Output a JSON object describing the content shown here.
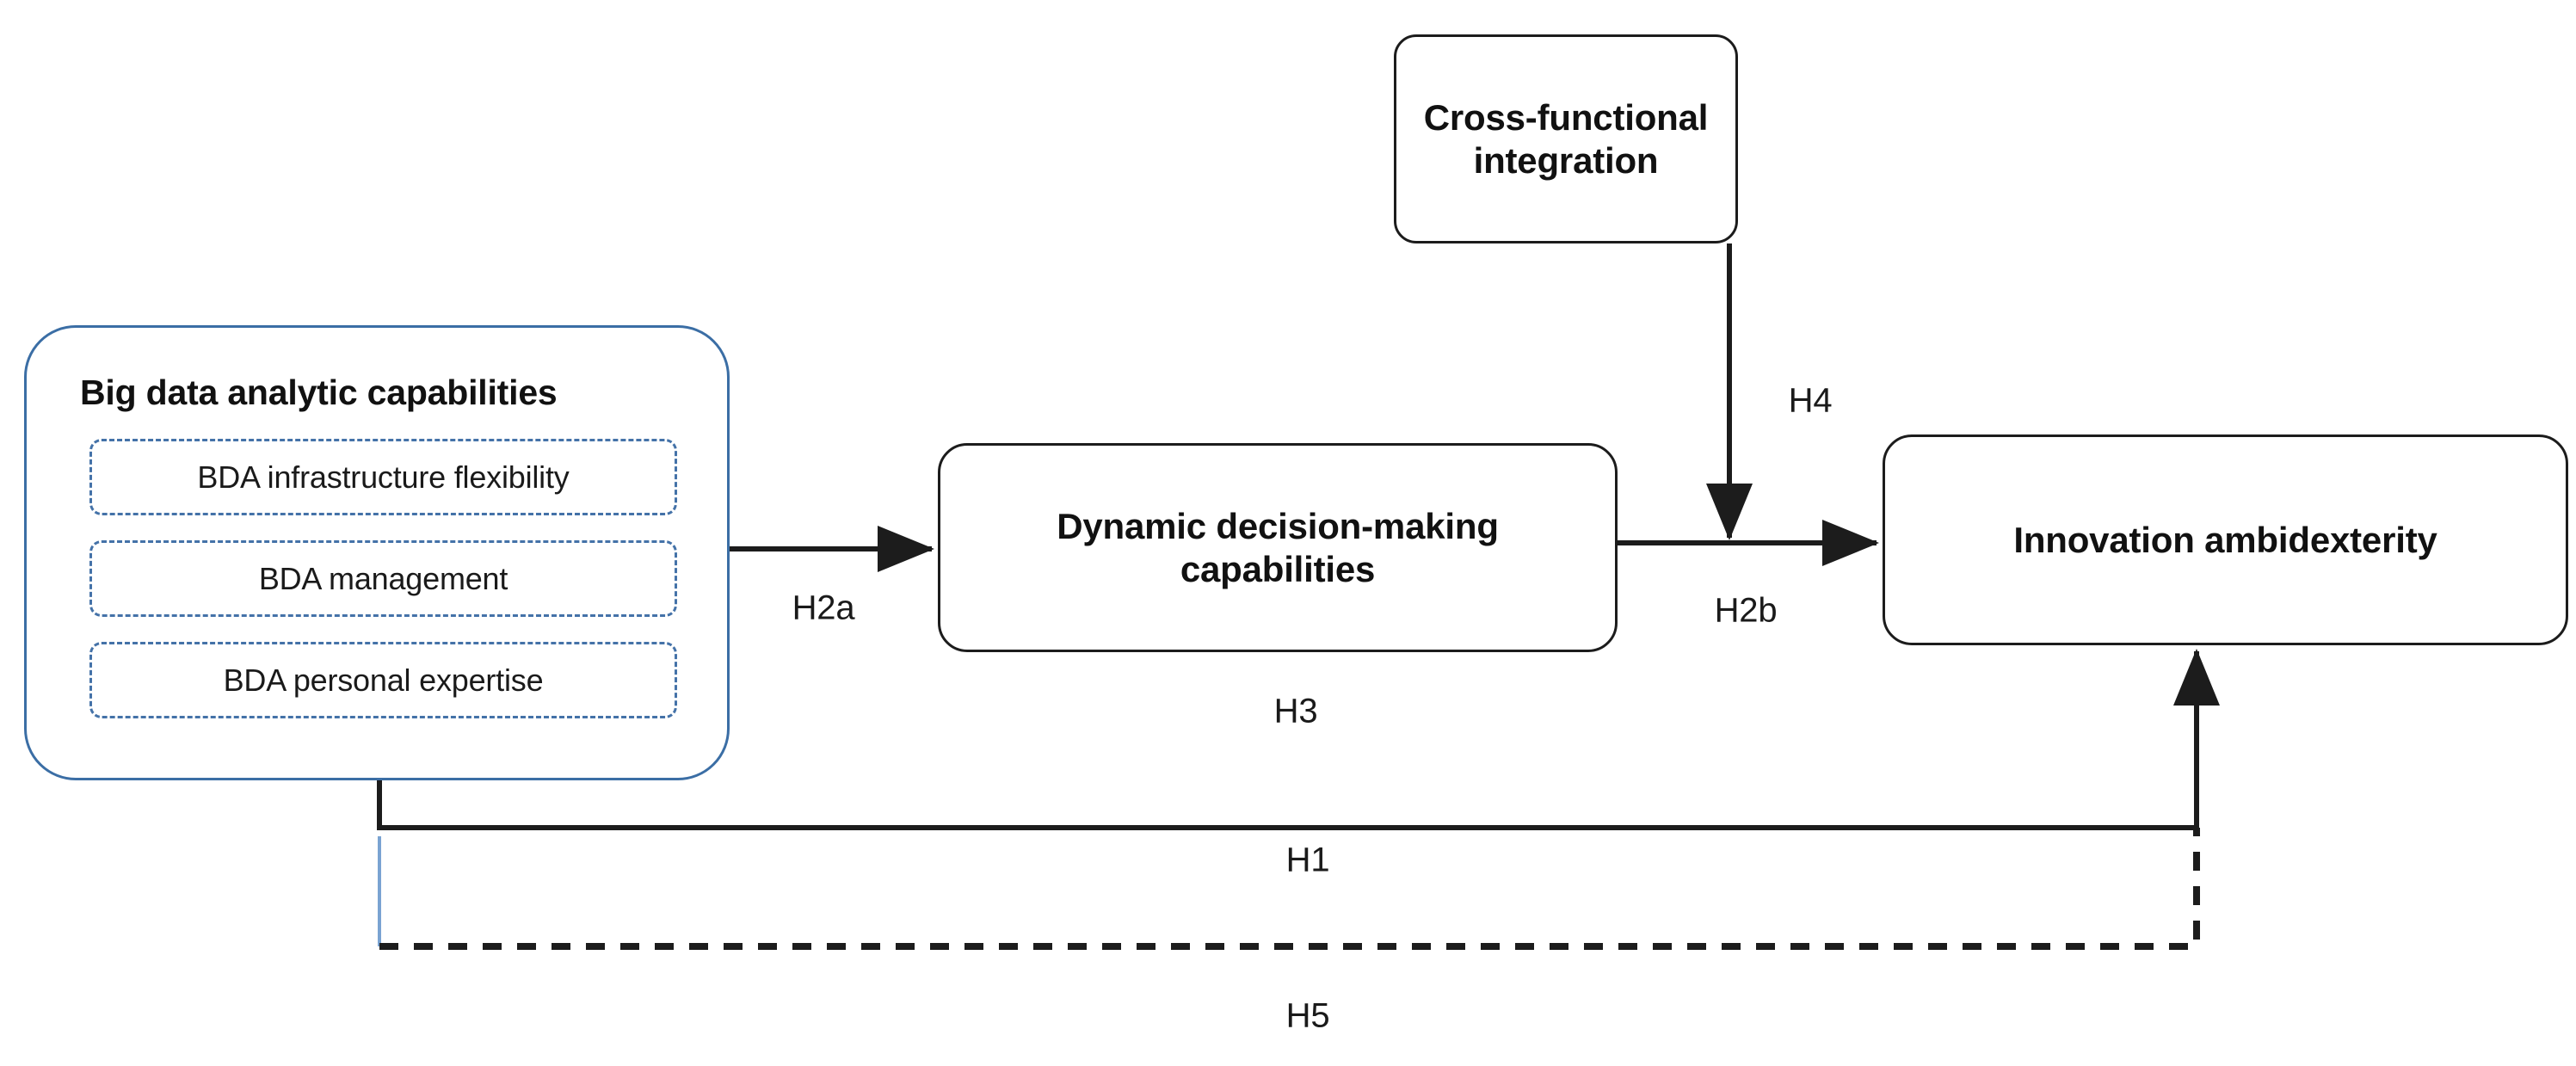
{
  "diagram": {
    "type": "research-conceptual-model",
    "background_color": "#ffffff",
    "nodes": {
      "bdac": {
        "id": "big-data-analytic-capabilities",
        "title": "Big data analytic capabilities",
        "border_color": "#3b6ea5",
        "border_style": "solid",
        "sub_items": [
          {
            "label": "BDA infrastructure flexibility",
            "border_color": "#4472a8",
            "border_style": "dashed"
          },
          {
            "label": "BDA management",
            "border_color": "#4472a8",
            "border_style": "dashed"
          },
          {
            "label": "BDA personal expertise",
            "border_color": "#4472a8",
            "border_style": "dashed"
          }
        ]
      },
      "ddmc": {
        "id": "dynamic-decision-making-capabilities",
        "title": "Dynamic  decision-making capabilities",
        "border_color": "#1c1c1c",
        "border_style": "solid"
      },
      "cfi": {
        "id": "cross-functional-integration",
        "title": "Cross-functional integration",
        "border_color": "#1c1c1c",
        "border_style": "solid"
      },
      "ia": {
        "id": "innovation-ambidexterity",
        "title": "Innovation ambidexterity",
        "border_color": "#1c1c1c",
        "border_style": "solid"
      }
    },
    "paths": [
      {
        "id": "h2a",
        "label": "H2a",
        "from": "big-data-analytic-capabilities",
        "to": "dynamic-decision-making-capabilities",
        "style": "solid",
        "arrow": "single",
        "color": "#1c1c1c"
      },
      {
        "id": "h2b",
        "label": "H2b",
        "from": "dynamic-decision-making-capabilities",
        "to": "innovation-ambidexterity",
        "style": "solid",
        "arrow": "single",
        "color": "#1c1c1c"
      },
      {
        "id": "h3",
        "label": "H3",
        "from": "big-data-analytic-capabilities",
        "to": "innovation-ambidexterity",
        "style": "mediation",
        "arrow": "none",
        "color": "#1c1c1c"
      },
      {
        "id": "h4",
        "label": "H4",
        "from": "cross-functional-integration",
        "to": "h2b",
        "style": "solid",
        "arrow": "single",
        "color": "#1c1c1c"
      },
      {
        "id": "h1",
        "label": "H1",
        "from": "big-data-analytic-capabilities",
        "to": "innovation-ambidexterity",
        "style": "solid",
        "arrow": "single",
        "color": "#1c1c1c"
      },
      {
        "id": "h5",
        "label": "H5",
        "from": "big-data-analytic-capabilities",
        "to": "innovation-ambidexterity",
        "style": "dashed",
        "arrow": "none",
        "color": "#1c1c1c"
      }
    ]
  }
}
